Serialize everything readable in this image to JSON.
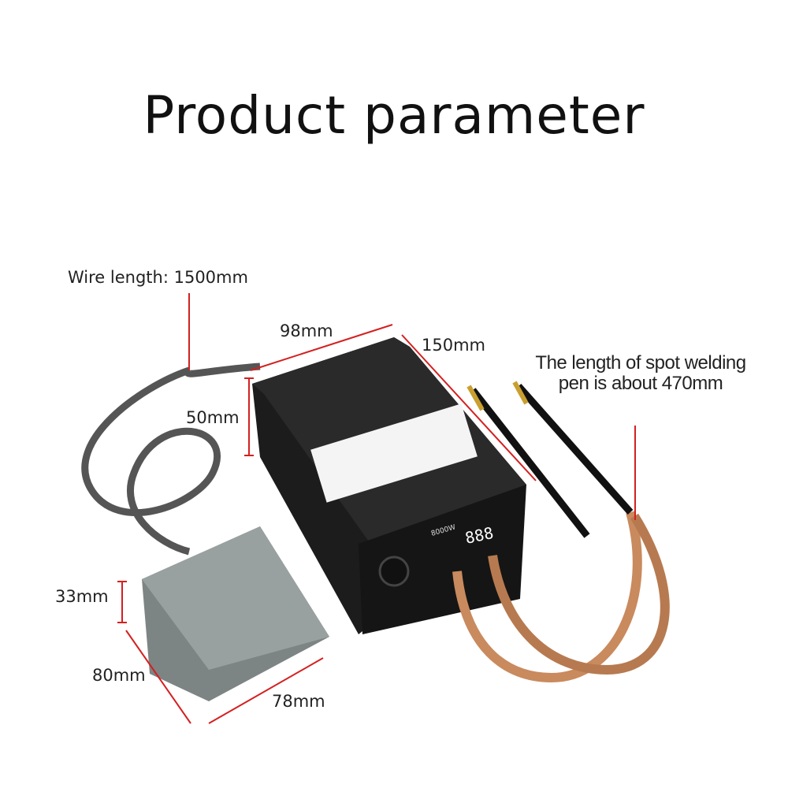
{
  "title": "Product parameter",
  "dimensions": {
    "wire_length": "Wire length: 1500mm",
    "box_width": "98mm",
    "box_length": "150mm",
    "box_height": "50mm",
    "pen_length_line1": "The length of spot welding",
    "pen_length_line2": "pen is about 470mm",
    "pedal_height": "33mm",
    "pedal_length": "80mm",
    "pedal_width": "78mm"
  },
  "device": {
    "model": "8000W",
    "display": "888"
  },
  "colors": {
    "dimension_line": "#d42020",
    "device_body": "#1c1c1c",
    "pedal": "#8a9090",
    "copper_cable": "#c98a5e"
  }
}
